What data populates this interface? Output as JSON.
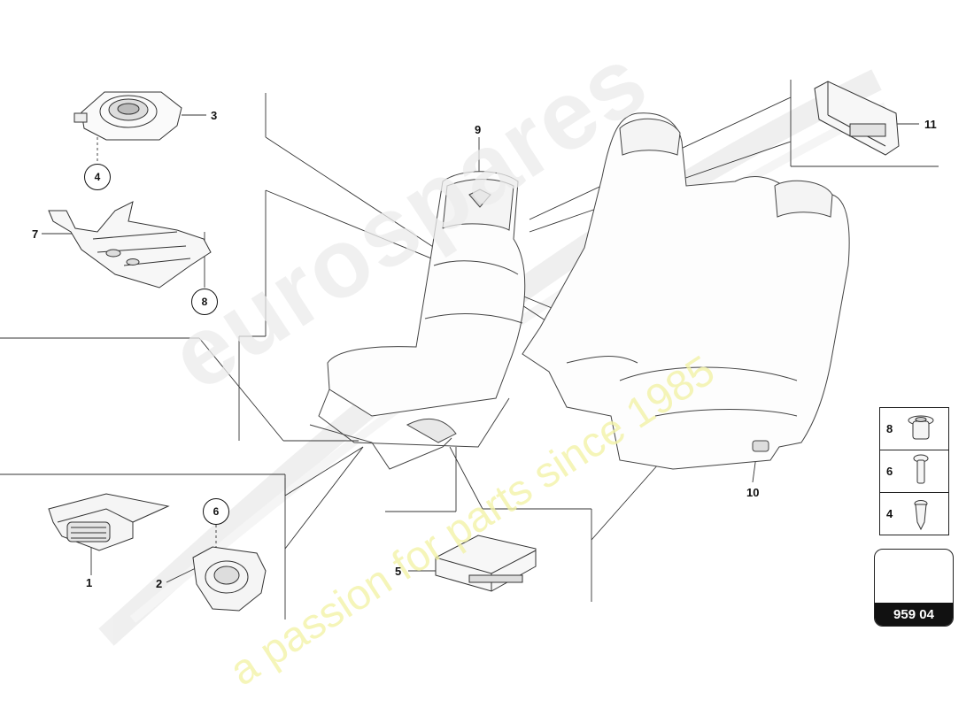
{
  "diagram": {
    "callouts": {
      "c1": "1",
      "c2": "2",
      "c3": "3",
      "c4": "4",
      "c5": "5",
      "c6": "6",
      "c7": "7",
      "c8": "8",
      "c9": "9",
      "c10": "10",
      "c11": "11"
    },
    "legend": {
      "r1": "8",
      "r2": "6",
      "r3": "4"
    },
    "reference_number": "959 04",
    "watermark": {
      "brand": "eurospares",
      "tagline": "a passion for parts since 1985"
    },
    "colors": {
      "line": "#222222",
      "watermark": "#e6e6e6",
      "watermark_tagline": "#f2f2b0"
    }
  }
}
